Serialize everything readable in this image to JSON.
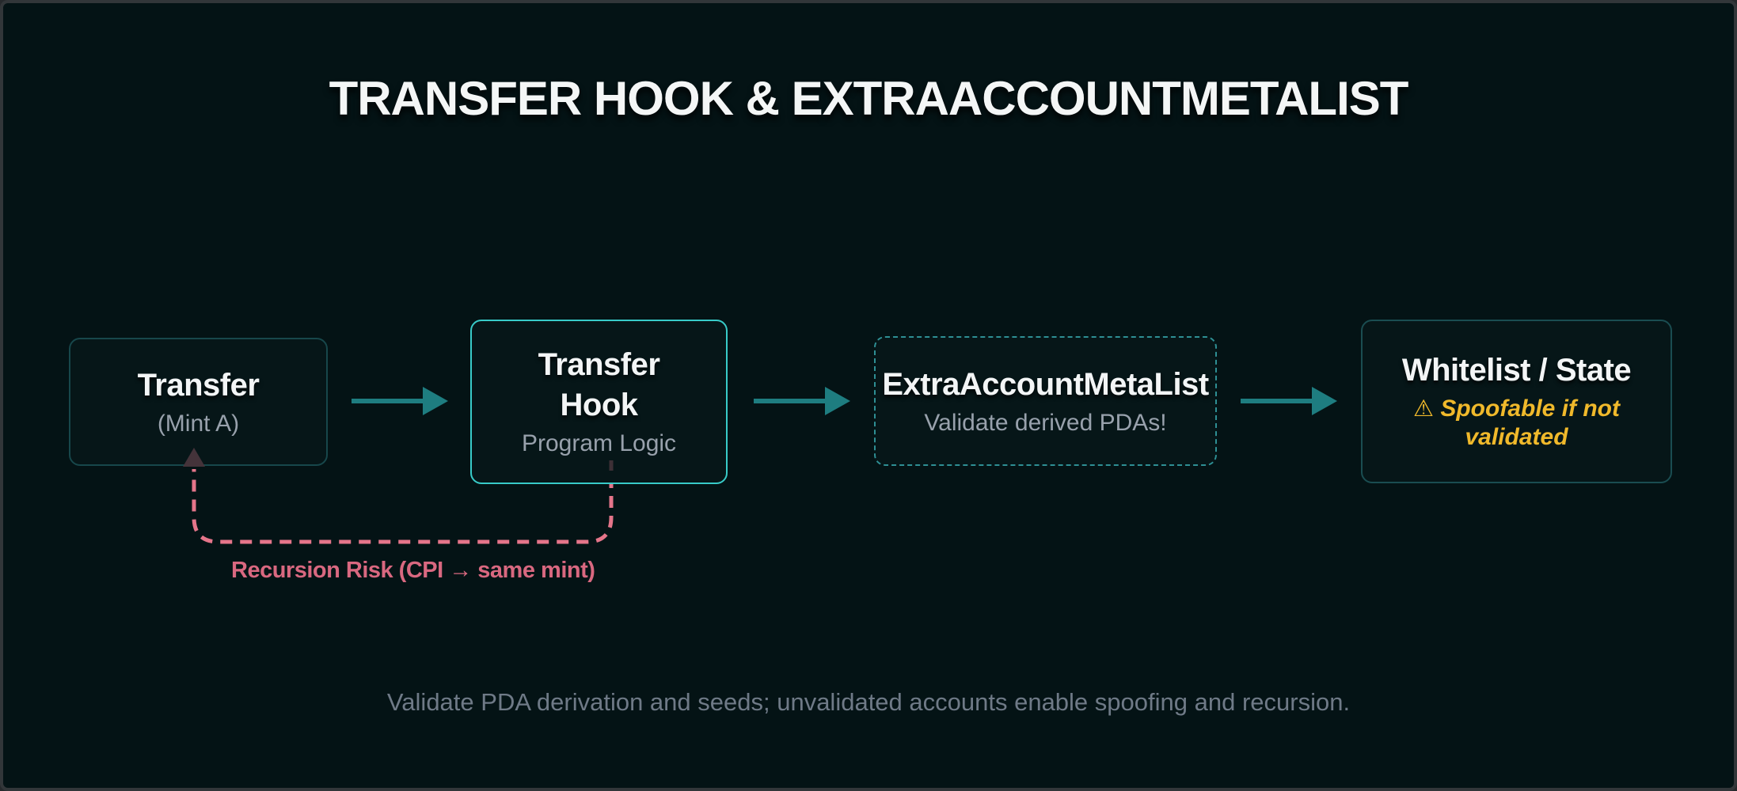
{
  "title": "TRANSFER HOOK & EXTRAACCOUNTMETALIST",
  "nodes": [
    {
      "title": "Transfer",
      "subtitle": "(Mint A)"
    },
    {
      "title": "Transfer Hook",
      "subtitle": "Program Logic"
    },
    {
      "title": "ExtraAccountMetaList",
      "subtitle": "Validate derived PDAs!"
    },
    {
      "title": "Whitelist / State",
      "warning_icon": "⚠",
      "warning": "Spoofable if not validated"
    }
  ],
  "loop": {
    "label": "Recursion Risk (CPI → same mint)"
  },
  "caption": "Validate PDA derivation and seeds; unvalidated accounts enable spoofing and recursion.",
  "colors": {
    "background": "#041315",
    "frame_border": "#323639",
    "arrow_teal": "#1e7d80",
    "node_border_subtle": "#17474b",
    "node_border_highlight": "#38cbc8",
    "node_border_dashed": "#2e8f94",
    "risk_pink_dash": "#e5758a",
    "risk_label_pink": "#d96880",
    "risk_arrowhead_dark": "#44333a",
    "warning_amber": "#f0b92b",
    "title_white": "#f4f6f6",
    "subtitle_gray": "#98a1ac",
    "caption_gray": "#6f7a87"
  }
}
